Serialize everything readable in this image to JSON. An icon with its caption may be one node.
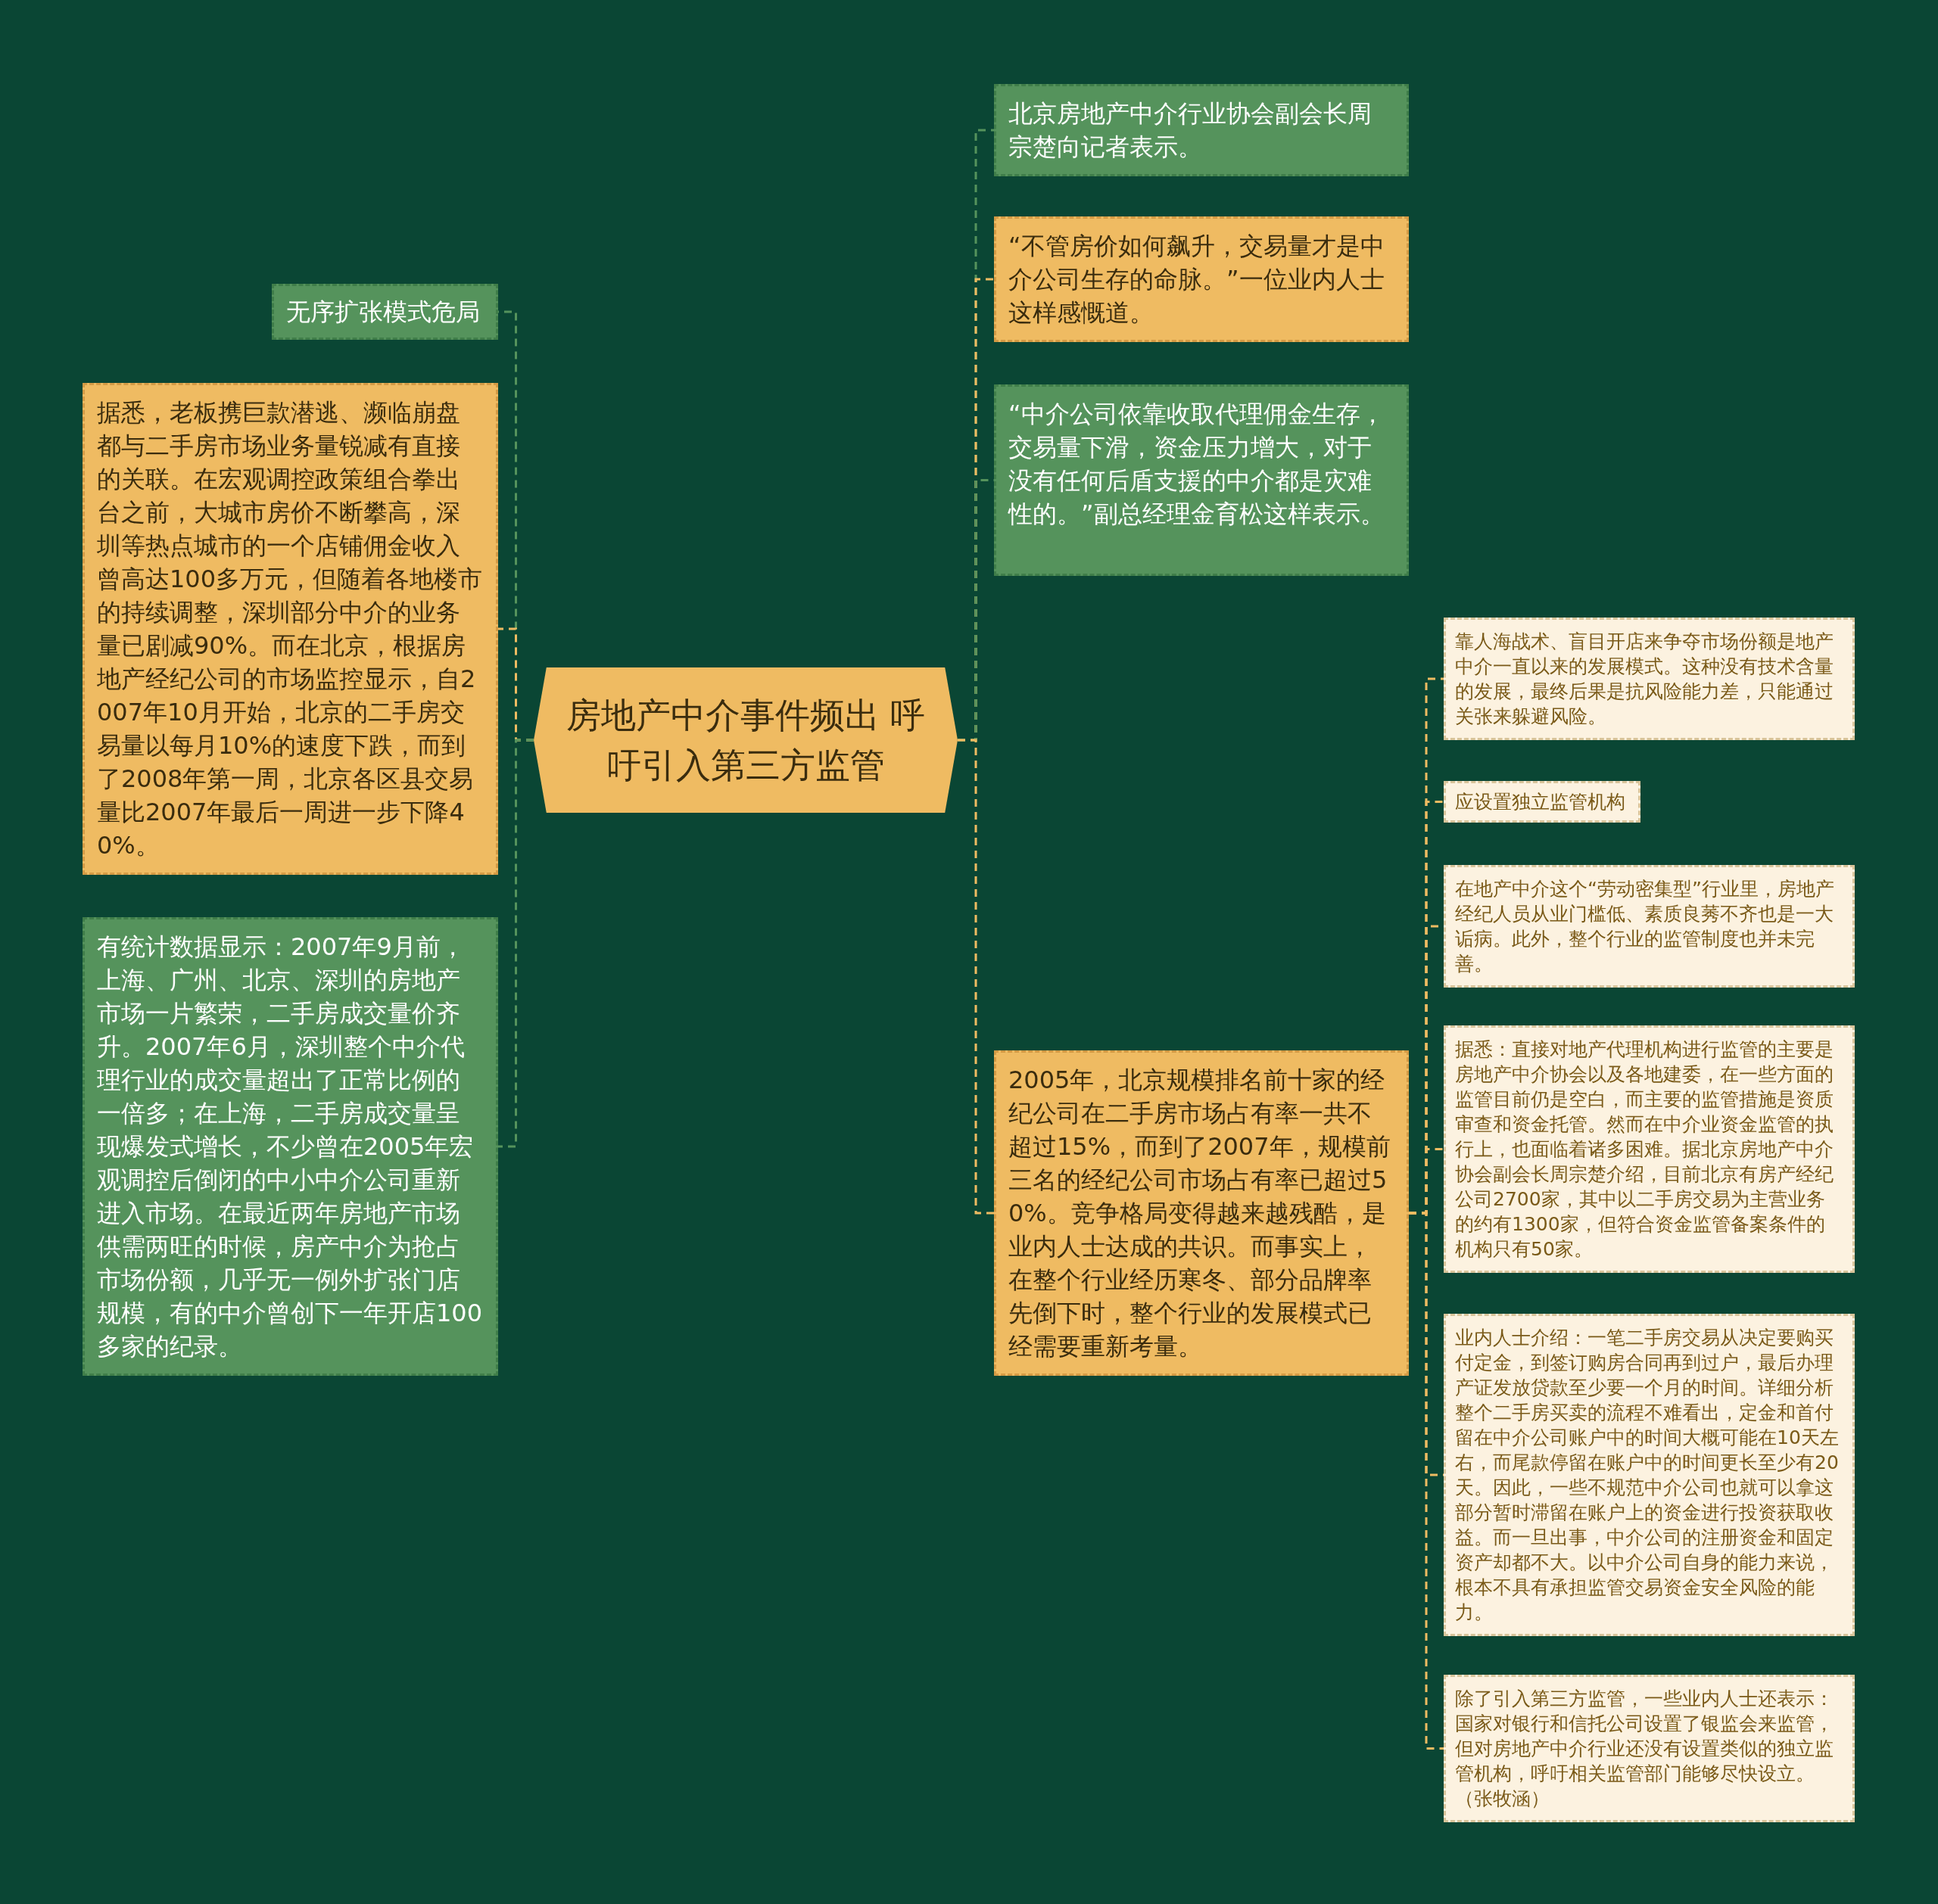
{
  "diagram": {
    "nodes": [
      {
        "text": [
          "房地产中介事件频出 呼吁引入第三方监管"
        ]
      },
      {
        "text": [
          "无序扩张模式危局"
        ]
      },
      {
        "text": [
          "据悉，老板携巨款潜逃、濒临崩盘都与二手房市场业务量锐减有直接的关联。在宏观调控政策组合拳出台之前，大城市房价不断攀高，深圳等热点城市的一个店铺佣金收入曾高达100多万元，但随着各地楼市的持续调整，深圳部分中介的业务量已剧减90%。而在北京，根据房地产经纪公司的市场监控显示，自2007年10月开始，北京的二手房交易量以每月10%的速度下跌，而到了2008年第一周，北京各区县交易量比2007年最后一周进一步下降40%。"
        ]
      },
      {
        "text": [
          "有统计数据显示：2007年9月前，上海、广州、北京、深圳的房地产市场一片繁荣，二手房成交量价齐升。2007年6月，深圳整个中介代理行业的成交量超出了正常比例的一倍多；在上海，二手房成交量呈现爆发式增长，不少曾在2005年宏观调控后倒闭的中小中介公司重新进入市场。在最近两年房地产市场供需两旺的时候，房产中介为抢占市场份额，几乎无一例外扩张门店规模，有的中介曾创下一年开店100多家的纪录。"
        ]
      },
      {
        "text": [
          "北京房地产中介行业协会副会长周宗楚向记者表示。"
        ]
      },
      {
        "text": [
          "“不管房价如何飙升，交易量才是中介公司生存的命脉。”一位业内人士这样感慨道。"
        ]
      },
      {
        "text": [
          "“中介公司依靠收取代理佣金生存，交易量下滑，资金压力增大，对于没有任何后盾支援的中介都是灾难性的。”副总经理金育松这样表示。"
        ]
      },
      {
        "text": [
          "2005年，北京规模排名前十家的经纪公司在二手房市场占有率一共不超过15%，而到了2007年，规模前三名的经纪公司市场占有率已超过50%。竞争格局变得越来越残酷，是业内人士达成的共识。而事实上，在整个行业经历寒冬、部分品牌率先倒下时，整个行业的发展模式已经需要重新考量。"
        ]
      },
      {
        "text": [
          "靠人海战术、盲目开店来争夺市场份额是地产中介一直以来的发展模式。这种没有技术含量的发展，最终后果是抗风险能力差，只能通过关张来躲避风险。"
        ]
      },
      {
        "text": [
          "应设置独立监管机构"
        ]
      },
      {
        "text": [
          "在地产中介这个“劳动密集型”行业里，房地产经纪人员从业门槛低、素质良莠不齐也是一大诟病。此外，整个行业的监管制度也并未完善。"
        ]
      },
      {
        "text": [
          "据悉：直接对地产代理机构进行监管的主要是房地产中介协会以及各地建委，在一些方面的监管目前仍是空白，而主要的监管措施是资质审查和资金托管。然而在中介业资金监管的执行上，也面临着诸多困难。据北京房地产中介协会副会长周宗楚介绍，目前北京有房产经纪公司2700家，其中以二手房交易为主营业务的约有1300家，但符合资金监管备案条件的机构只有50家。"
        ]
      },
      {
        "text": [
          "业内人士介绍：一笔二手房交易从决定要购买付定金，到签订购房合同再到过户，最后办理产证发放贷款至少要一个月的时间。详细分析整个二手房买卖的流程不难看出，定金和首付留在中介公司账户中的时间大概可能在10天左右，而尾款停留在账户中的时间更长至少有20天。因此，一些不规范中介公司也就可以拿这部分暂时滞留在账户上的资金进行投资获取收益。而一旦出事，中介公司的注册资金和固定资产却都不大。以中介公司自身的能力来说，根本不具有承担监管交易资金安全风险的能力。"
        ]
      },
      {
        "text": [
          "除了引入第三方监管，一些业内人士还表示：国家对银行和信托公司设置了银监会来监管，但对房地产中介行业还没有设置类似的独立监管机构，呼吁相关监管部门能够尽快设立。（张牧涵）"
        ]
      }
    ],
    "edges": [
      {
        "from": 0,
        "to": 1,
        "arrow": "none",
        "style": "dashed",
        "color": "#55935c"
      },
      {
        "from": 0,
        "to": 2,
        "arrow": "none",
        "style": "dashed"
      },
      {
        "from": 0,
        "to": 3,
        "arrow": "none",
        "style": "dashed",
        "color": "#55935c"
      },
      {
        "from": 0,
        "to": 4,
        "arrow": "none",
        "style": "dashed",
        "color": "#55935c"
      },
      {
        "from": 0,
        "to": 5,
        "arrow": "none",
        "style": "dashed"
      },
      {
        "from": 0,
        "to": 6,
        "arrow": "none",
        "style": "dashed",
        "color": "#55935c"
      },
      {
        "from": 0,
        "to": 7,
        "arrow": "none",
        "style": "dashed"
      },
      {
        "from": 7,
        "to": 8,
        "arrow": "none",
        "style": "dashed"
      },
      {
        "from": 7,
        "to": 9,
        "arrow": "none",
        "style": "dashed"
      },
      {
        "from": 7,
        "to": 10,
        "arrow": "none",
        "style": "dashed"
      },
      {
        "from": 7,
        "to": 11,
        "arrow": "none",
        "style": "dashed"
      },
      {
        "from": 7,
        "to": 12,
        "arrow": "none",
        "style": "dashed"
      },
      {
        "from": 7,
        "to": 13,
        "arrow": "none",
        "style": "dashed"
      }
    ]
  }
}
